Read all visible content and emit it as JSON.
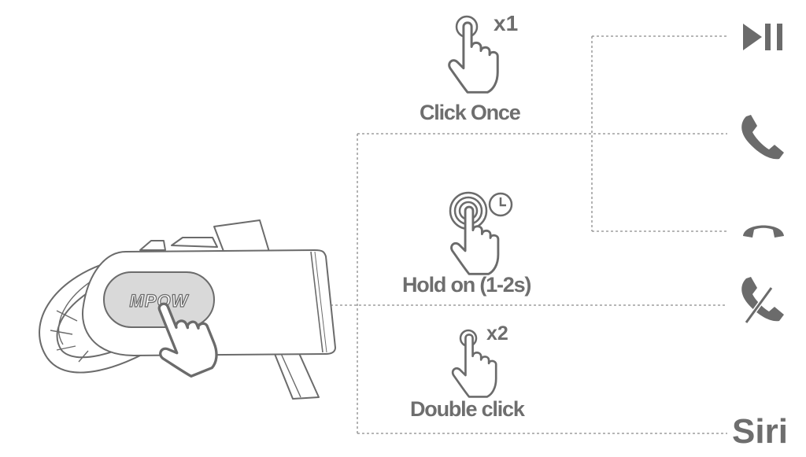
{
  "device": {
    "brand": "MPOW"
  },
  "gestures": [
    {
      "id": "click-once",
      "label": "Click Once",
      "count": "x1"
    },
    {
      "id": "hold-on",
      "label": "Hold on (1-2s)",
      "count": ""
    },
    {
      "id": "double-click",
      "label": "Double click",
      "count": "x2"
    }
  ],
  "functions": [
    {
      "id": "play-pause",
      "icon": "play-pause-icon"
    },
    {
      "id": "answer-call",
      "icon": "phone-answer-icon"
    },
    {
      "id": "end-call",
      "icon": "phone-hangup-icon"
    },
    {
      "id": "reject-call",
      "icon": "phone-reject-icon"
    },
    {
      "id": "siri",
      "label": "Siri"
    }
  ],
  "colors": {
    "line": "#8a8a8a",
    "icon": "#6b6b6b",
    "text": "#6e6e6e"
  }
}
